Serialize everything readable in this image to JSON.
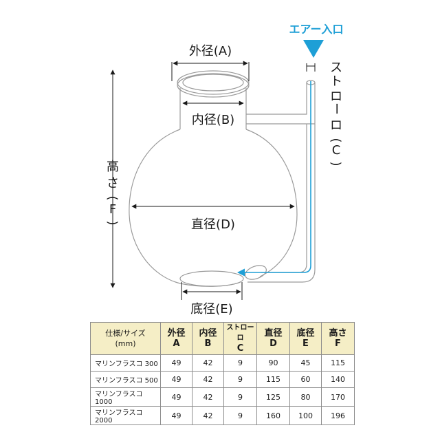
{
  "diagram": {
    "labels": {
      "outer_diameter": "外径(A)",
      "inner_diameter": "内径(B)",
      "straw": "ストローロ(C)",
      "straw_chars": [
        "ス",
        "ト",
        "ロ",
        "ー",
        "ロ",
        "(",
        "C",
        ")"
      ],
      "height_chars": [
        "高",
        "さ",
        "(",
        "F",
        ")"
      ],
      "diameter": "直径(D)",
      "bottom_diameter": "底径(E)",
      "air_inlet": "エアー入口"
    },
    "colors": {
      "air_accent": "#1e9fd6",
      "glass": "#9a9a9a",
      "header_bg": "#f5eec6"
    }
  },
  "table": {
    "header": {
      "spec_line1": "仕様/サイズ",
      "spec_line2": "(mm)",
      "cols": [
        {
          "name": "外径",
          "key": "A"
        },
        {
          "name": "内径",
          "key": "B"
        },
        {
          "name": "ストローロ",
          "key": "C"
        },
        {
          "name": "直径",
          "key": "D"
        },
        {
          "name": "底径",
          "key": "E"
        },
        {
          "name": "高さ",
          "key": "F"
        }
      ]
    },
    "rows": [
      {
        "name": "マリンフラスコ 300",
        "values": [
          "49",
          "42",
          "9",
          "90",
          "45",
          "115"
        ]
      },
      {
        "name": "マリンフラスコ 500",
        "values": [
          "49",
          "42",
          "9",
          "115",
          "60",
          "140"
        ]
      },
      {
        "name": "マリンフラスコ 1000",
        "values": [
          "49",
          "42",
          "9",
          "125",
          "80",
          "170"
        ]
      },
      {
        "name": "マリンフラスコ 2000",
        "values": [
          "49",
          "42",
          "9",
          "160",
          "100",
          "196"
        ]
      }
    ]
  }
}
